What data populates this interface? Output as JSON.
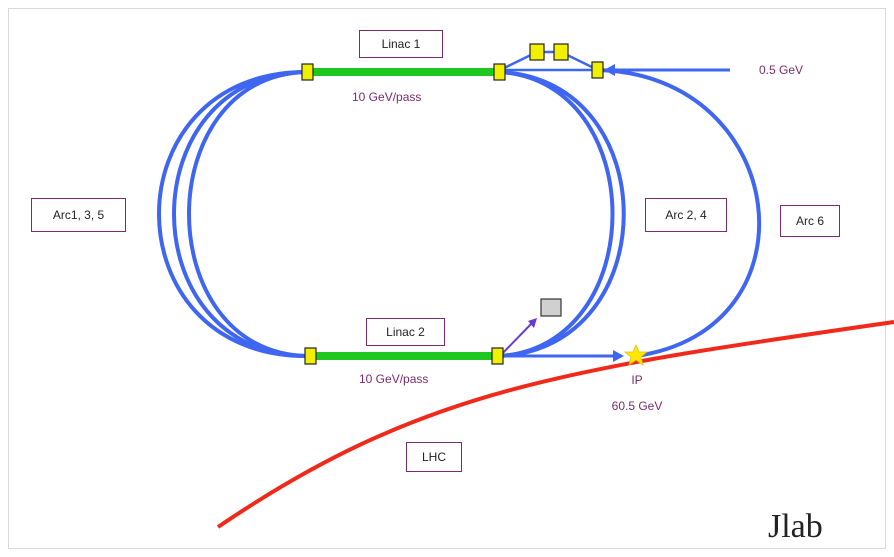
{
  "labels": {
    "linac1": "Linac 1",
    "linac2": "Linac 2",
    "pass1": "10 GeV/pass",
    "pass2": "10 GeV/pass",
    "injection": "0.5 GeV",
    "arc135": "Arc1, 3, 5",
    "arc24": "Arc 2, 4",
    "arc6": "Arc 6",
    "ip": "IP",
    "ip_energy": "60.5 GeV",
    "lhc": "LHC",
    "lab": "Jlab"
  },
  "colors": {
    "beamline": "#3f66f0",
    "linac": "#1ec81e",
    "lhc": "#f02a1a",
    "magnet": "#f0f000",
    "label_text": "#7a2a6e",
    "box_border": "#7a2a6e",
    "dump": "#d0d0d0",
    "ip_star": "#ffe800"
  }
}
